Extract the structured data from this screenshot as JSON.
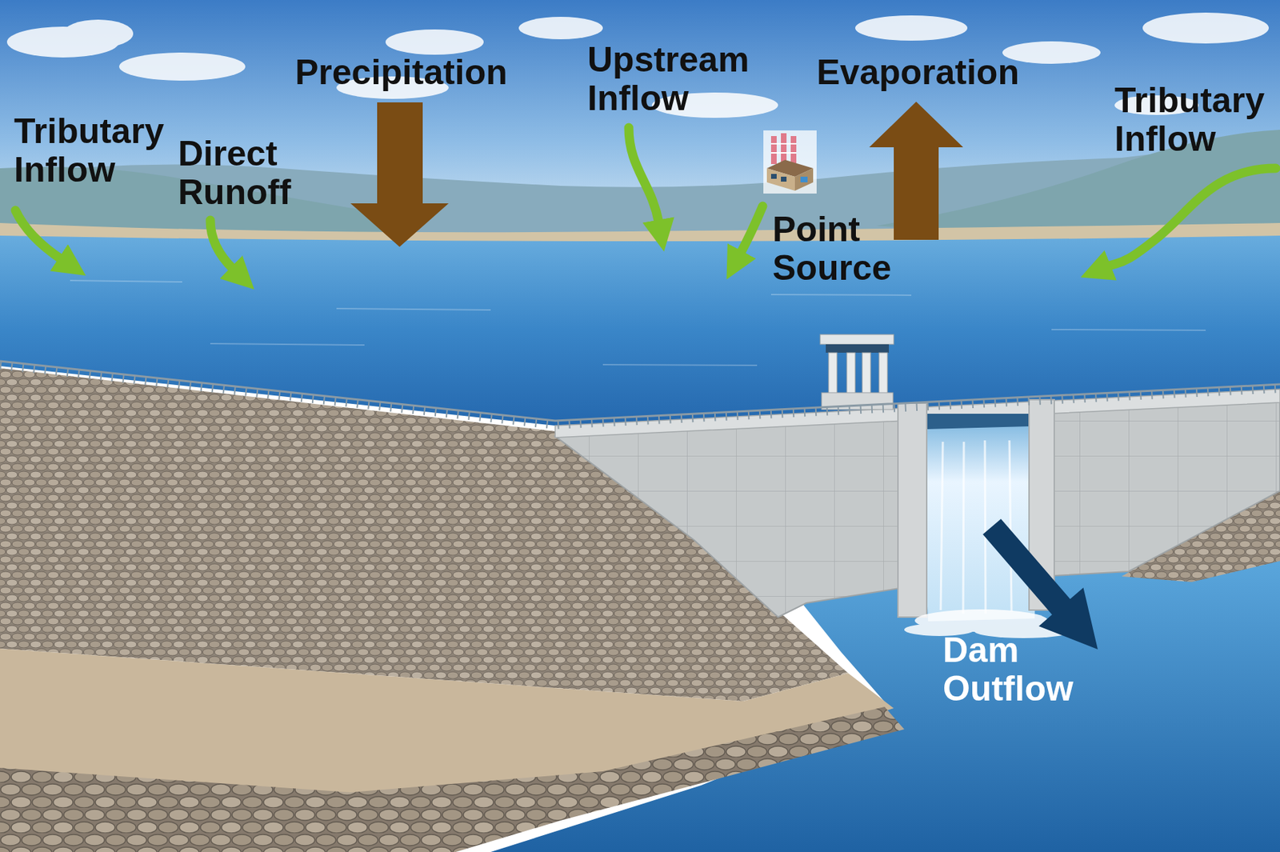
{
  "diagram": {
    "labels": [
      "Tributary Inflow",
      "Direct Runoff",
      "Precipitation",
      "Upstream Inflow",
      "Evaporation",
      "Point Source",
      "Tributary Inflow",
      "Dam Outflow"
    ]
  }
}
